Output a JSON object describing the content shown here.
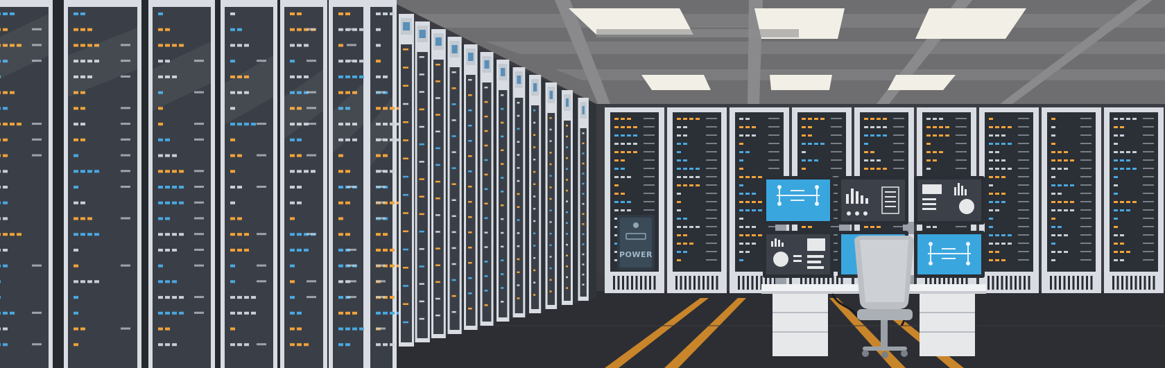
{
  "scene": {
    "type": "illustration",
    "subject": "server-room-with-control-desk"
  },
  "power_unit": {
    "label": "POWER"
  },
  "palette": {
    "ceiling": "#6e6e70",
    "ceiling_beam": "#8a8a8c",
    "ceiling_light": "#f2f0e6",
    "floor": "#2d2e33",
    "floor_stripe": "#c9852a",
    "rack_frame": "#d9dde3",
    "rack_body": "#3a3f47",
    "rack_dark": "#2b2f36",
    "led_orange": "#f2a33a",
    "led_blue": "#4aa8e0",
    "led_white": "#c9ced6",
    "monitor_screen_blue": "#3aa6de",
    "monitor_screen_dark": "#3c4048",
    "desk": "#e6e8ea",
    "chair": "#bcc0c5"
  }
}
